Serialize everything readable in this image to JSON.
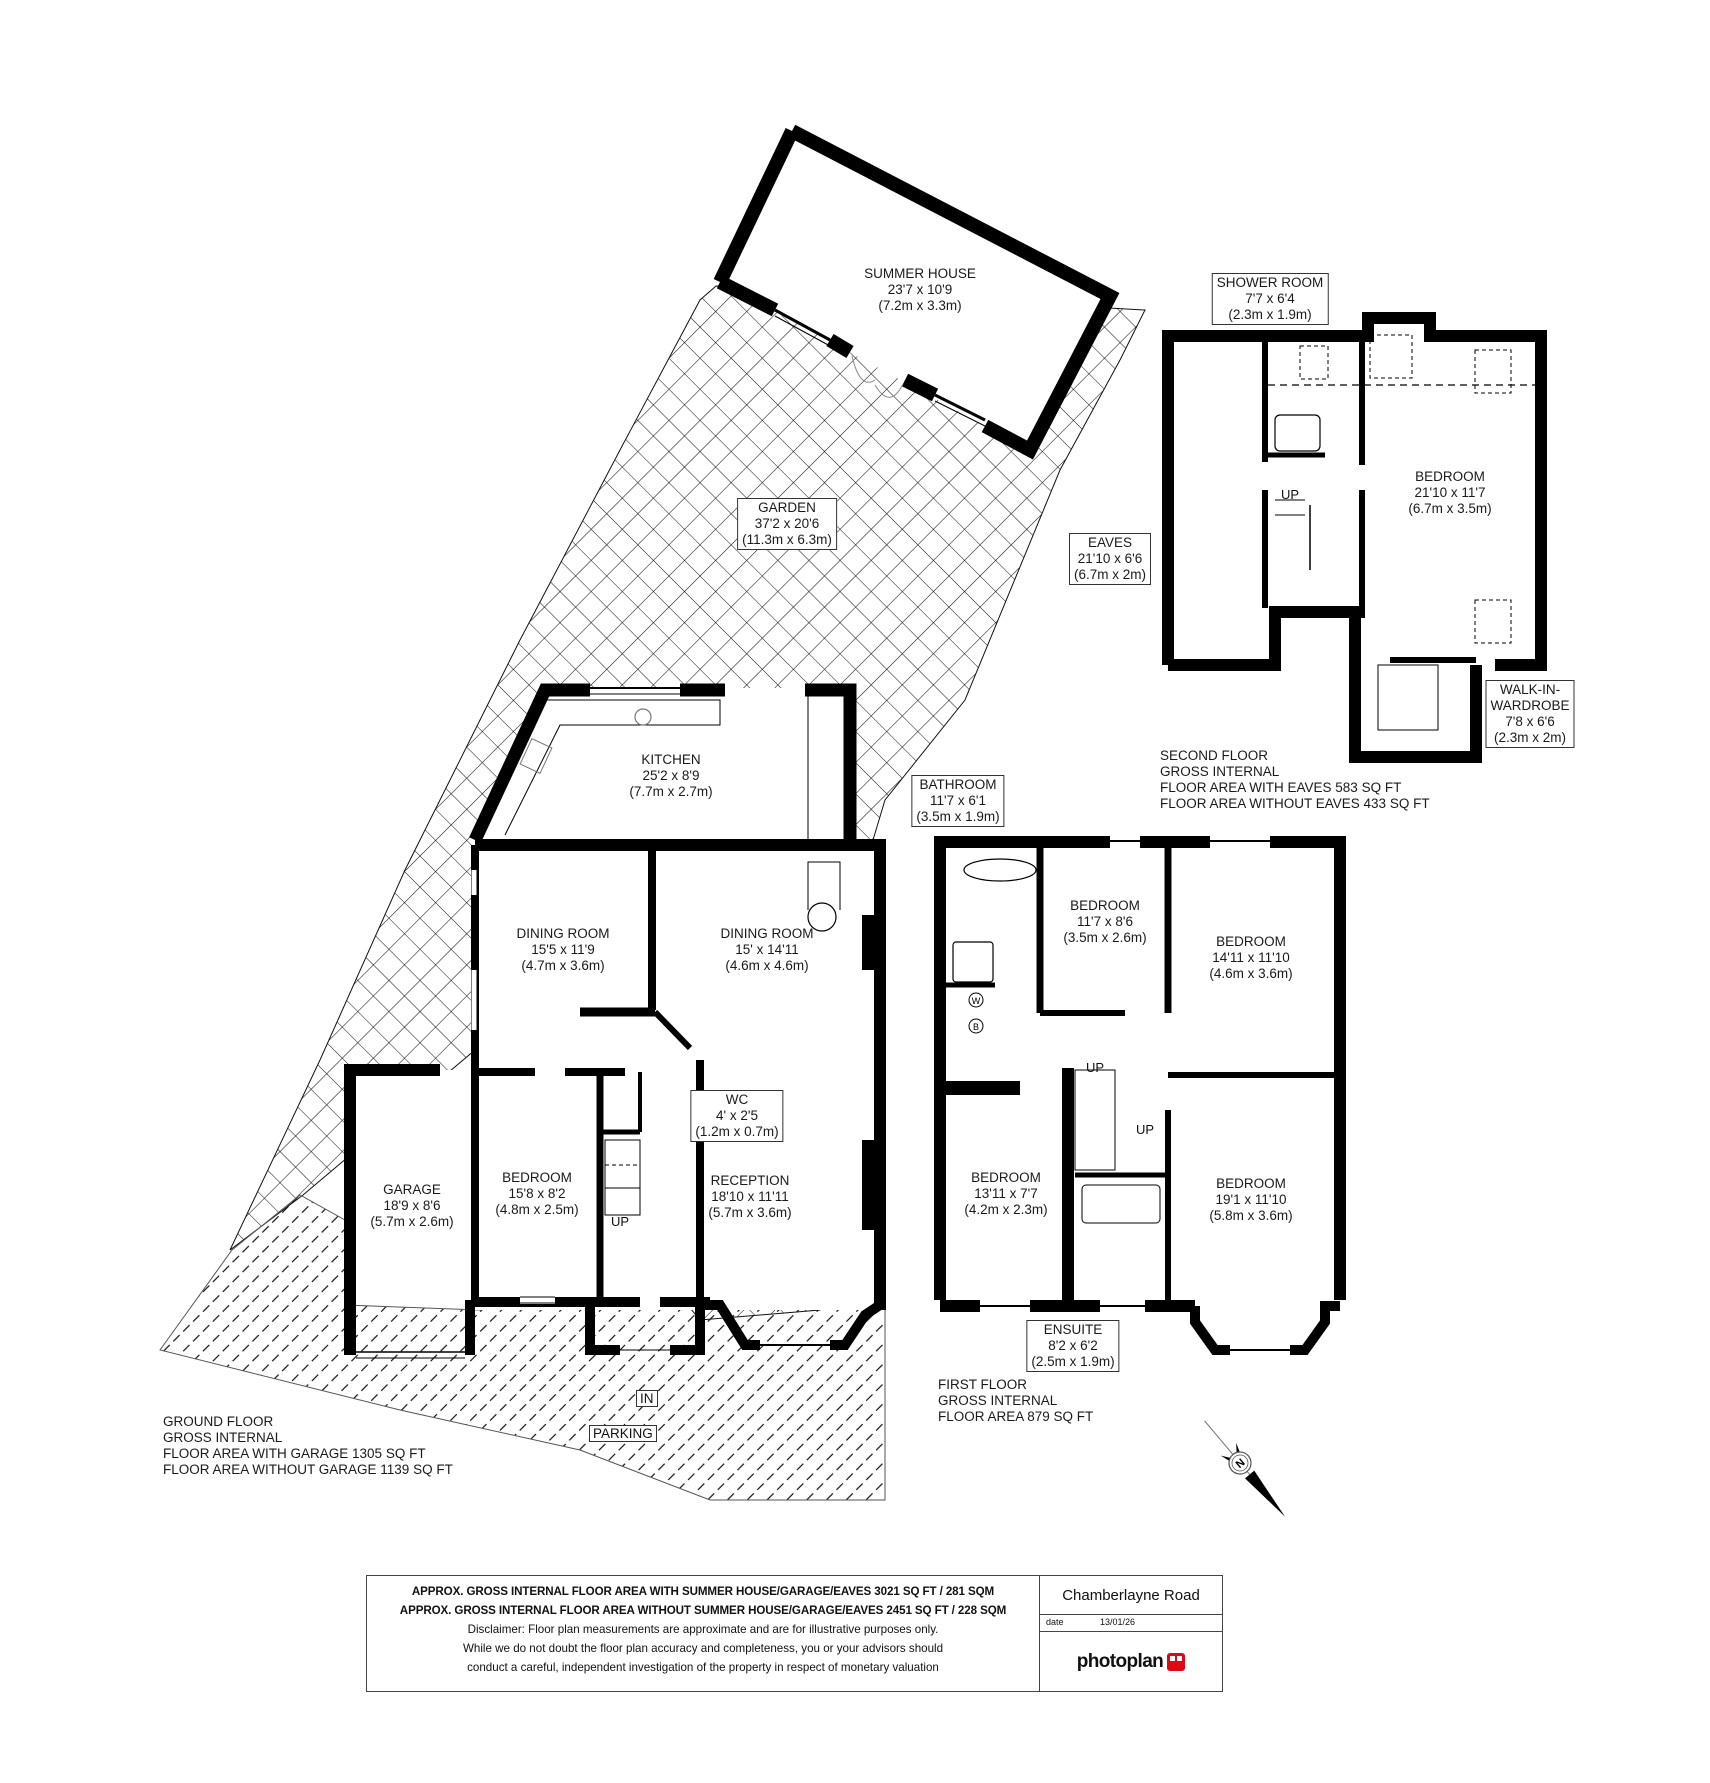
{
  "document": {
    "type": "floor plan",
    "address": "Chamberlayne Road",
    "date_label": "date",
    "date": "13/01/26",
    "brand": "photoplan",
    "brand_color": "#e30613"
  },
  "ground_floor": {
    "rooms": [
      {
        "name": "SUMMER HOUSE",
        "imperial": "23'7 x 10'9",
        "metric": "(7.2m x 3.3m)"
      },
      {
        "name": "GARDEN",
        "imperial": "37'2 x 20'6",
        "metric": "(11.3m x 6.3m)"
      },
      {
        "name": "KITCHEN",
        "imperial": "25'2 x 8'9",
        "metric": "(7.7m x 2.7m)"
      },
      {
        "name": "DINING ROOM",
        "imperial": "15'5 x 11'9",
        "metric": "(4.7m x 3.6m)"
      },
      {
        "name": "DINING ROOM",
        "imperial": "15' x 14'11",
        "metric": "(4.6m x 4.6m)"
      },
      {
        "name": "WC",
        "imperial": "4' x 2'5",
        "metric": "(1.2m x 0.7m)"
      },
      {
        "name": "GARAGE",
        "imperial": "18'9 x 8'6",
        "metric": "(5.7m x 2.6m)"
      },
      {
        "name": "BEDROOM",
        "imperial": "15'8 x 8'2",
        "metric": "(4.8m x 2.5m)"
      },
      {
        "name": "RECEPTION",
        "imperial": "18'10 x 11'11",
        "metric": "(5.7m x 3.6m)"
      }
    ],
    "stair_label": "UP",
    "entrance_label": "IN",
    "parking_label": "PARKING",
    "summary": [
      "GROUND FLOOR",
      "GROSS INTERNAL",
      "FLOOR AREA WITH GARAGE 1305 SQ FT",
      "FLOOR AREA WITHOUT GARAGE 1139 SQ FT"
    ]
  },
  "first_floor": {
    "rooms": [
      {
        "name": "BATHROOM",
        "imperial": "11'7 x 6'1",
        "metric": "(3.5m x 1.9m)"
      },
      {
        "name": "BEDROOM",
        "imperial": "11'7 x 8'6",
        "metric": "(3.5m x 2.6m)"
      },
      {
        "name": "BEDROOM",
        "imperial": "14'11 x 11'10",
        "metric": "(4.6m x 3.6m)"
      },
      {
        "name": "BEDROOM",
        "imperial": "13'11 x 7'7",
        "metric": "(4.2m x 2.3m)"
      },
      {
        "name": "BEDROOM",
        "imperial": "19'1 x 11'10",
        "metric": "(5.8m x 3.6m)"
      },
      {
        "name": "ENSUITE",
        "imperial": "8'2 x 6'2",
        "metric": "(2.5m x 1.9m)"
      }
    ],
    "stair_labels": [
      "UP",
      "UP"
    ],
    "appliance_labels": [
      "W",
      "B"
    ],
    "summary": [
      "FIRST FLOOR",
      "GROSS INTERNAL",
      "FLOOR AREA 879 SQ FT"
    ]
  },
  "second_floor": {
    "rooms": [
      {
        "name": "SHOWER ROOM",
        "imperial": "7'7 x 6'4",
        "metric": "(2.3m x 1.9m)"
      },
      {
        "name": "BEDROOM",
        "imperial": "21'10 x 11'7",
        "metric": "(6.7m x 3.5m)"
      },
      {
        "name": "EAVES",
        "imperial": "21'10 x 6'6",
        "metric": "(6.7m x 2m)"
      },
      {
        "name": "WALK-IN-",
        "name2": "WARDROBE",
        "imperial": "7'8 x 6'6",
        "metric": "(2.3m x 2m)"
      }
    ],
    "stair_label": "UP",
    "summary": [
      "SECOND FLOOR",
      "GROSS INTERNAL",
      "FLOOR AREA WITH EAVES 583 SQ FT",
      "FLOOR AREA WITHOUT EAVES 433 SQ FT"
    ]
  },
  "compass": {
    "label": "N"
  },
  "footer": {
    "area_with": "APPROX. GROSS INTERNAL FLOOR AREA WITH SUMMER HOUSE/GARAGE/EAVES 3021 SQ FT / 281 SQM",
    "area_without": "APPROX. GROSS INTERNAL FLOOR AREA WITHOUT SUMMER HOUSE/GARAGE/EAVES 2451 SQ FT / 228 SQM",
    "disclaimer": [
      "Disclaimer: Floor plan measurements are approximate and are for illustrative purposes only.",
      "While we do not doubt the floor plan accuracy and completeness, you or your advisors should",
      "conduct a careful, independent investigation of the property in respect of monetary valuation"
    ]
  }
}
